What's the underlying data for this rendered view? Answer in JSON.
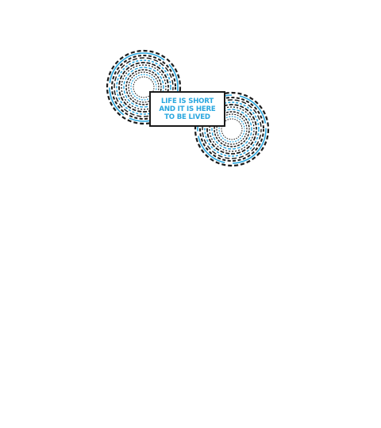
{
  "label": {
    "lines": [
      "LIFE IS SHORT",
      "AND IT IS HERE",
      "TO BE LIVED"
    ]
  },
  "colors": {
    "background": "#ffffff",
    "accent": "#29a7df",
    "ink": "#1a1a1a"
  },
  "icons": {
    "left_spiral": "dashed-concentric-circles-icon",
    "right_spiral": "dashed-concentric-circles-icon"
  }
}
